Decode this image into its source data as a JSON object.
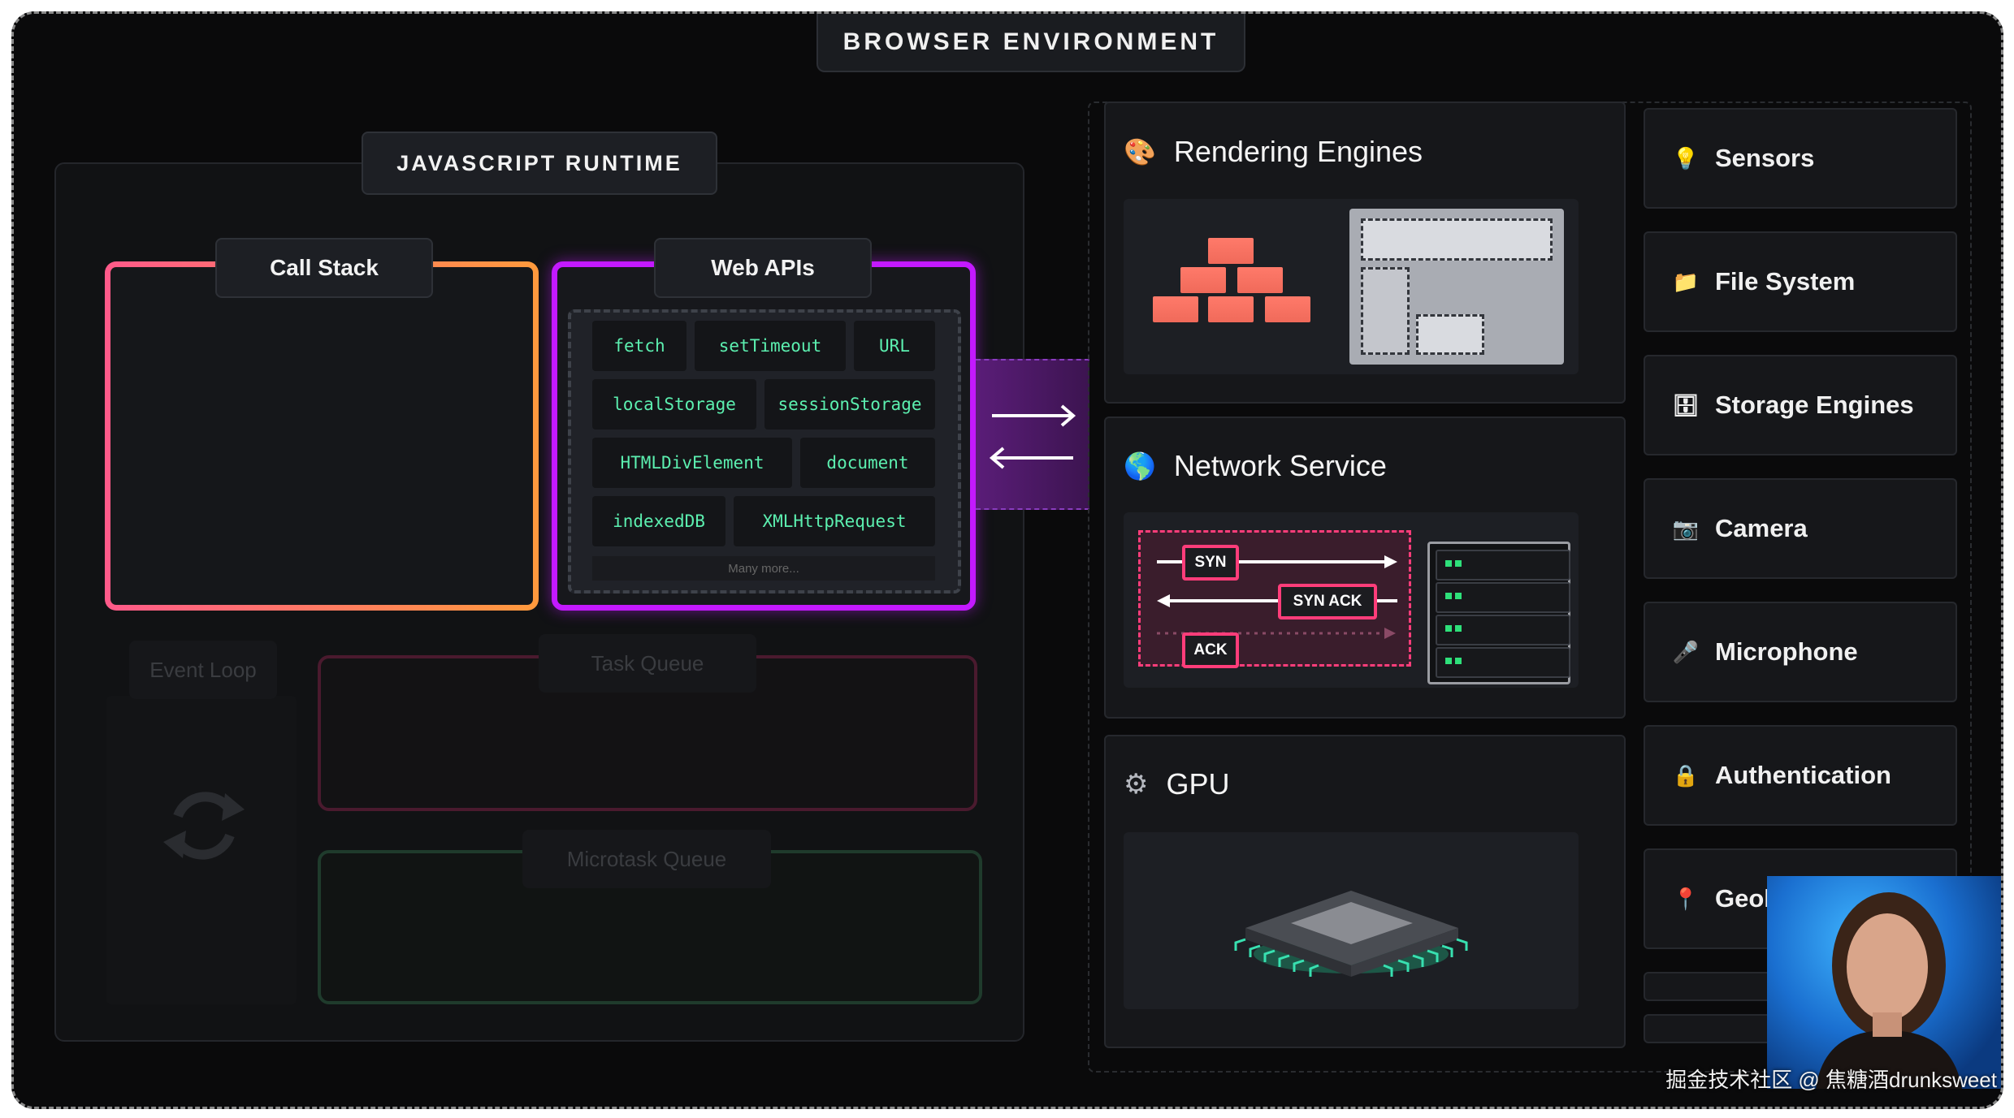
{
  "browser_environment": {
    "title": "BROWSER ENVIRONMENT"
  },
  "runtime": {
    "title": "JAVASCRIPT RUNTIME",
    "call_stack": "Call Stack",
    "web_apis": {
      "title": "Web APIs",
      "items": [
        "fetch",
        "setTimeout",
        "URL",
        "localStorage",
        "sessionStorage",
        "HTMLDivElement",
        "document",
        "indexedDB",
        "XMLHttpRequest"
      ],
      "more": "Many more..."
    },
    "event_loop": "Event Loop",
    "task_queue": "Task Queue",
    "microtask_queue": "Microtask Queue"
  },
  "components": {
    "rendering": {
      "title": "Rendering Engines",
      "icon": "palette-icon"
    },
    "network": {
      "title": "Network Service",
      "icon": "globe-icon",
      "packets": [
        "SYN",
        "SYN ACK",
        "ACK"
      ]
    },
    "gpu": {
      "title": "GPU",
      "icon": "gear-icon"
    }
  },
  "side_items": [
    {
      "label": "Sensors",
      "icon": "lightbulb-icon"
    },
    {
      "label": "File System",
      "icon": "folder-icon"
    },
    {
      "label": "Storage Engines",
      "icon": "cabinet-icon"
    },
    {
      "label": "Camera",
      "icon": "camera-icon"
    },
    {
      "label": "Microphone",
      "icon": "microphone-icon"
    },
    {
      "label": "Authentication",
      "icon": "lock-icon"
    },
    {
      "label": "Geol",
      "icon": "pin-icon"
    }
  ],
  "watermark": "掘金技术社区 @ 焦糖酒drunksweet",
  "colors": {
    "webapi_accent": "#c319ff",
    "api_text": "#5cf0b0",
    "syn_border": "#ff3d7a",
    "server_led": "#2ee07a"
  }
}
